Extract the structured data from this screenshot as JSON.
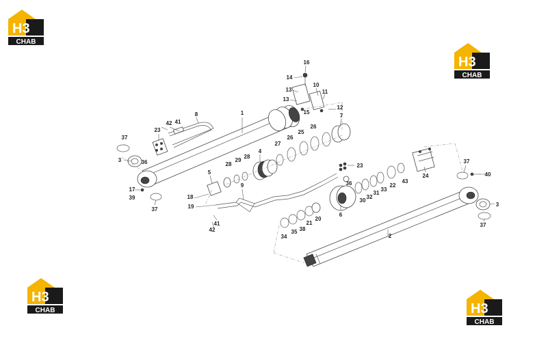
{
  "logo": {
    "mark": "H3",
    "caption": "CHAB",
    "color_yellow": "#F4B400",
    "color_black": "#1A1A1A"
  },
  "diagram": {
    "callouts": [
      "1",
      "2",
      "3",
      "3",
      "4",
      "5",
      "6",
      "7",
      "8",
      "9",
      "10",
      "11",
      "12",
      "13",
      "13",
      "14",
      "15",
      "16",
      "17",
      "18",
      "19",
      "20",
      "21",
      "22",
      "23",
      "23",
      "24",
      "25",
      "26",
      "26",
      "27",
      "28",
      "28",
      "29",
      "30",
      "31",
      "32",
      "33",
      "34",
      "35",
      "36",
      "36",
      "37",
      "37",
      "37",
      "37",
      "38",
      "39",
      "40",
      "41",
      "41",
      "42",
      "42",
      "43"
    ]
  }
}
